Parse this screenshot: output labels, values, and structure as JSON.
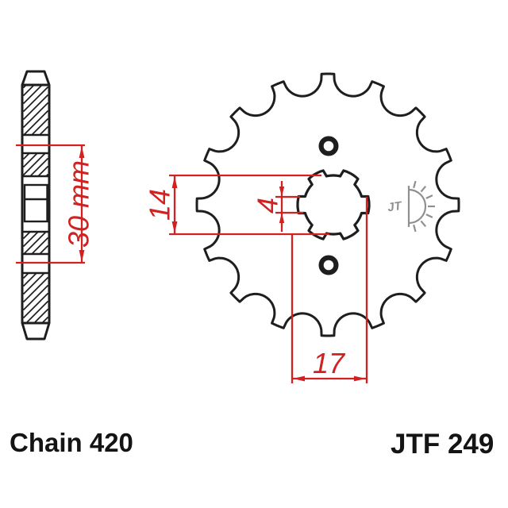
{
  "product": {
    "chain_label": "Chain 420",
    "part_number": "JTF 249",
    "logo_text": "JT"
  },
  "dimensions": {
    "hub_width": "30 mm",
    "bore_inner_diameter": "14",
    "spline_notch_width": "4",
    "bore_outer_diameter": "17"
  },
  "sprocket": {
    "teeth": 16,
    "spline_notches": 6,
    "mounting_holes": 2
  },
  "colors": {
    "line": "#1e1e1e",
    "dimension_red": "#d22121",
    "logo_gray": "#8f8f8f",
    "text": "#141414",
    "background": "#ffffff"
  }
}
